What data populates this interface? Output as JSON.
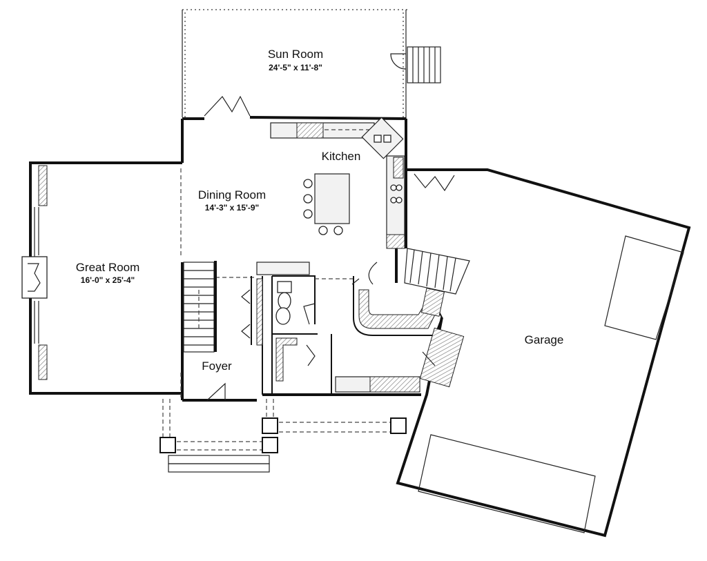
{
  "rooms": {
    "sun_room": {
      "name": "Sun Room",
      "dims": "24'-5\" x 11'-8\""
    },
    "kitchen": {
      "name": "Kitchen"
    },
    "dining_room": {
      "name": "Dining Room",
      "dims": "14'-3\" x 15'-9\""
    },
    "great_room": {
      "name": "Great Room",
      "dims": "16'-0\" x 25'-4\""
    },
    "foyer": {
      "name": "Foyer"
    },
    "garage": {
      "name": "Garage"
    }
  }
}
